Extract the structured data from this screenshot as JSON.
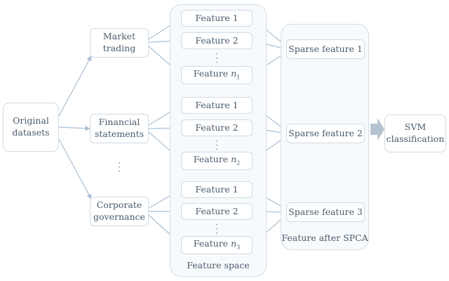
{
  "source": {
    "label_line1": "Original",
    "label_line2": "datasets"
  },
  "categories": [
    {
      "line1": "Market",
      "line2": "trading"
    },
    {
      "line1": "Financial",
      "line2": "statements"
    },
    {
      "line1": "Corporate",
      "line2": "governance"
    }
  ],
  "feature_groups": [
    {
      "f1": "Feature 1",
      "f2": "Feature 2",
      "fn_prefix": "Feature",
      "fn_var": "n",
      "fn_sub": "1"
    },
    {
      "f1": "Feature 1",
      "f2": "Feature 2",
      "fn_prefix": "Feature",
      "fn_var": "n",
      "fn_sub": "2"
    },
    {
      "f1": "Feature 1",
      "f2": "Feature 2",
      "fn_prefix": "Feature",
      "fn_var": "n",
      "fn_sub": "3"
    }
  ],
  "feature_space_label": "Feature space",
  "sparse_features": [
    "Sparse feature 1",
    "Sparse feature 2",
    "Sparse feature 3"
  ],
  "spca_label": "Feature after SPCA",
  "classifier": {
    "line1": "SVM",
    "line2": "classification"
  },
  "colors": {
    "arrow": "#a9bfd4",
    "border": "#cfdae5",
    "text": "#4a5b6c",
    "fat_arrow": "#b5c3d1"
  }
}
